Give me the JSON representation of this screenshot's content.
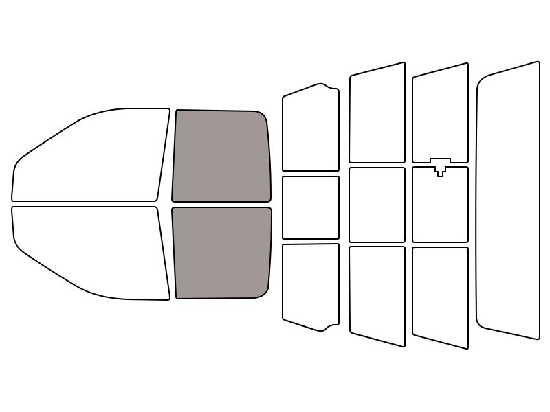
{
  "colors": {
    "background": "#ffffff",
    "outline": "#000000",
    "unselected_fill": "#ffffff",
    "selected_fill": "#a09796"
  },
  "windows": [
    {
      "id": "front-windshield-upper",
      "selected": false
    },
    {
      "id": "front-windshield-lower",
      "selected": false
    },
    {
      "id": "front-door-upper",
      "selected": true
    },
    {
      "id": "front-door-lower",
      "selected": true
    },
    {
      "id": "rear-door-upper",
      "selected": false
    },
    {
      "id": "rear-door-middle",
      "selected": false
    },
    {
      "id": "rear-door-lower",
      "selected": false
    },
    {
      "id": "rear-quarter-upper",
      "selected": false
    },
    {
      "id": "rear-quarter-middle",
      "selected": false
    },
    {
      "id": "rear-quarter-lower",
      "selected": false
    },
    {
      "id": "back-glass-upper",
      "selected": false
    },
    {
      "id": "back-glass-middle",
      "selected": false
    },
    {
      "id": "back-glass-lower",
      "selected": false
    },
    {
      "id": "back-glass-tall",
      "selected": false
    }
  ]
}
